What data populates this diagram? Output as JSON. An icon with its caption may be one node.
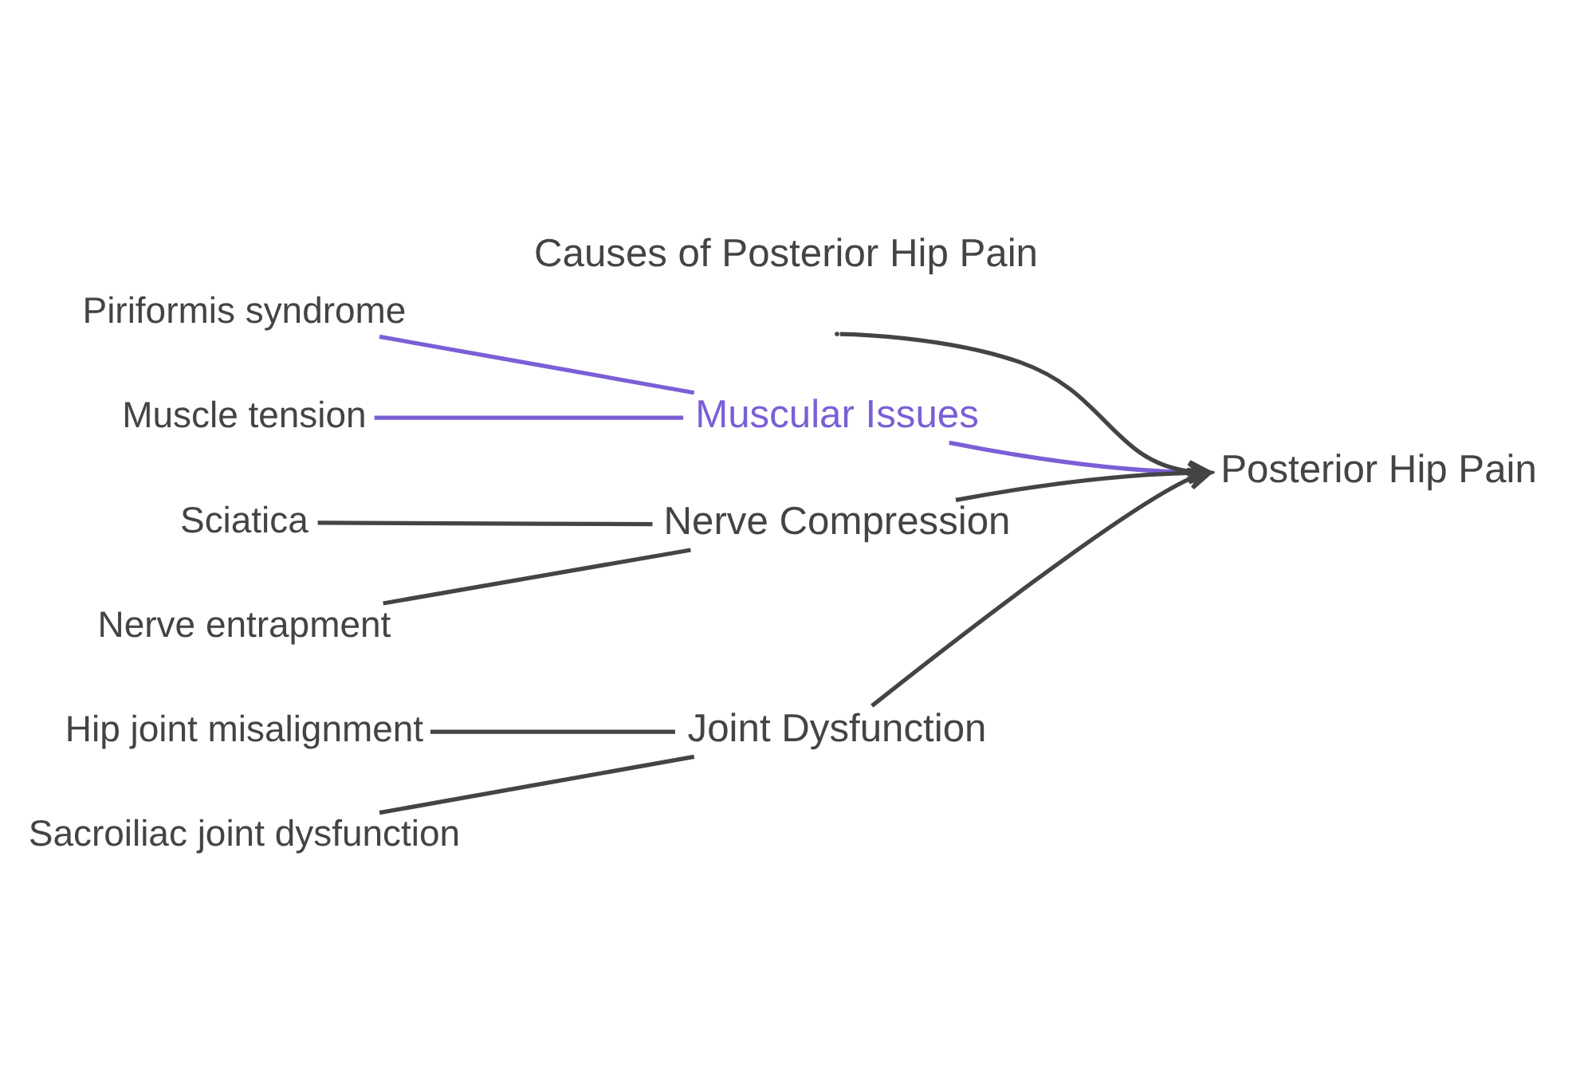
{
  "diagram": {
    "title": "Causes of Posterior Hip Pain",
    "nodes": [
      {
        "text": [
          "Muscular Issues"
        ]
      },
      {
        "text": [
          "Piriformis syndrome"
        ]
      },
      {
        "text": [
          "Muscle tension"
        ]
      },
      {
        "text": [
          "Nerve Compression"
        ]
      },
      {
        "text": [
          "Sciatica"
        ]
      },
      {
        "text": [
          "Nerve entrapment"
        ]
      },
      {
        "text": [
          "Posterior Hip Pain"
        ]
      },
      {
        "text": [
          "Hip joint misalignment"
        ]
      },
      {
        "text": [
          "Sacroiliac joint dysfunction"
        ]
      },
      {
        "text": [
          "Joint Dysfunction"
        ]
      }
    ],
    "edges": [
      {
        "from": 1,
        "to": 0,
        "arrow": "none",
        "color": "#7a5fd6"
      },
      {
        "from": 2,
        "to": 0,
        "arrow": "none",
        "color": "#7a5fd6"
      },
      {
        "from": 4,
        "to": 3,
        "arrow": "none"
      },
      {
        "from": 5,
        "to": 3,
        "arrow": "none"
      },
      {
        "from": 7,
        "to": 9,
        "arrow": "none"
      },
      {
        "from": 8,
        "to": 9,
        "arrow": "none"
      },
      {
        "from": null,
        "to": 6,
        "arrow": "to"
      },
      {
        "from": 0,
        "to": 6,
        "arrow": "to",
        "color": "#7a5fd6"
      },
      {
        "from": 3,
        "to": 6,
        "arrow": "to"
      },
      {
        "from": 9,
        "to": 6,
        "arrow": "to"
      }
    ]
  }
}
